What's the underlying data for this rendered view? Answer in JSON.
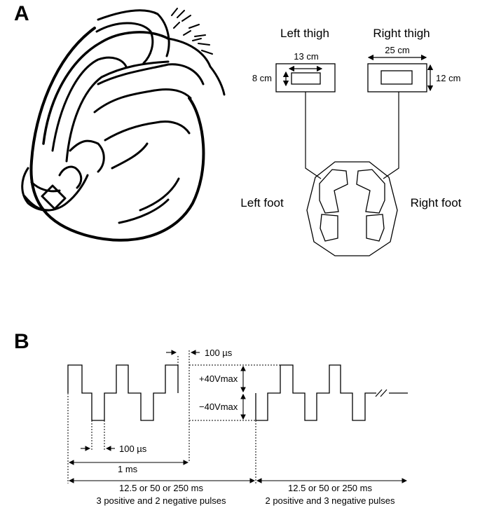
{
  "panel_a": {
    "label": "A",
    "left_thigh": "Left thigh",
    "right_thigh": "Right thigh",
    "left_width": "13 cm",
    "left_height": "8 cm",
    "right_width": "25 cm",
    "right_height": "12 cm",
    "left_foot": "Left foot",
    "right_foot": "Right foot"
  },
  "panel_b": {
    "label": "B",
    "pulse_width_top": "100 µs",
    "pos_amp": "+40Vmax",
    "neg_amp": "−40Vmax",
    "pulse_width_bottom": "100 µs",
    "period": "1 ms",
    "train1_duration": "12.5 or 50 or 250 ms",
    "train1_desc": "3 positive and 2 negative pulses",
    "train2_duration": "12.5 or 50 or 250 ms",
    "train2_desc": "2 positive and 3 negative pulses"
  }
}
